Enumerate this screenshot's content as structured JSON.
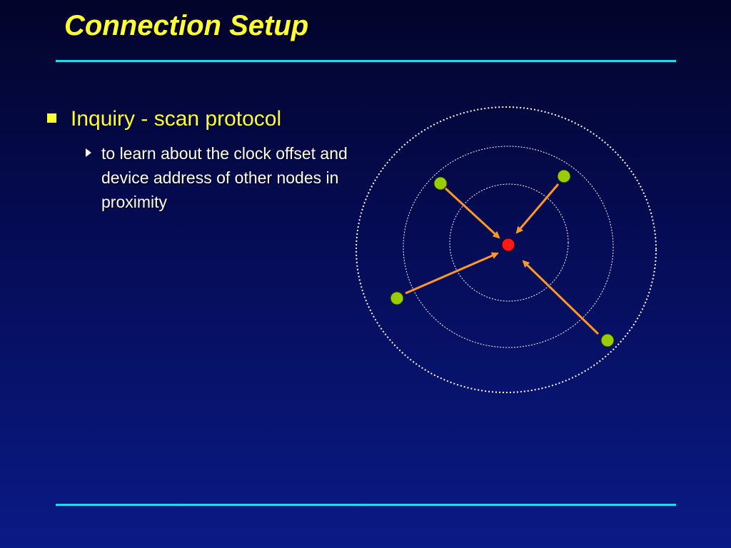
{
  "slide": {
    "title": "Connection Setup",
    "bullet": "Inquiry - scan protocol",
    "sub_bullet": "to learn about the clock offset and device address of other nodes in proximity"
  },
  "colors": {
    "title": "#ffff33",
    "rule": "#22d8ee",
    "text": "#ffffff",
    "node_peer": "#9acd00",
    "node_center": "#ff1a1a",
    "arrow": "#ff9922",
    "range_ring": "#ffffff"
  },
  "icons": {
    "bullet": "square-bullet-icon",
    "sub_bullet": "triangle-arrow-icon"
  }
}
